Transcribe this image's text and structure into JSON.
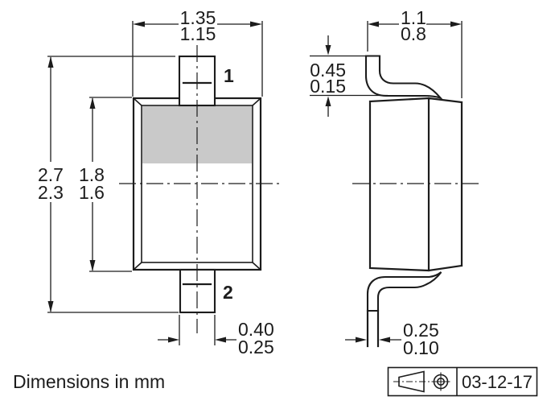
{
  "colors": {
    "line": "#1c1c1c",
    "band_fill": "#c9c9c9",
    "background": "#ffffff"
  },
  "front_view": {
    "pin1_label": "1",
    "pin2_label": "2",
    "width": {
      "max": "1.35",
      "min": "1.15"
    },
    "overall_height": {
      "max": "2.7",
      "min": "2.3"
    },
    "body_height": {
      "max": "1.8",
      "min": "1.6"
    },
    "terminal_width": {
      "max": "0.40",
      "min": "0.25"
    }
  },
  "side_view": {
    "thickness": {
      "max": "1.1",
      "min": "0.8"
    },
    "lead_standoff": {
      "max": "0.45",
      "min": "0.15"
    },
    "lead_thickness": {
      "max": "0.25",
      "min": "0.10"
    }
  },
  "note": "Dimensions in mm",
  "title_block": {
    "date_code": "03-12-17"
  }
}
